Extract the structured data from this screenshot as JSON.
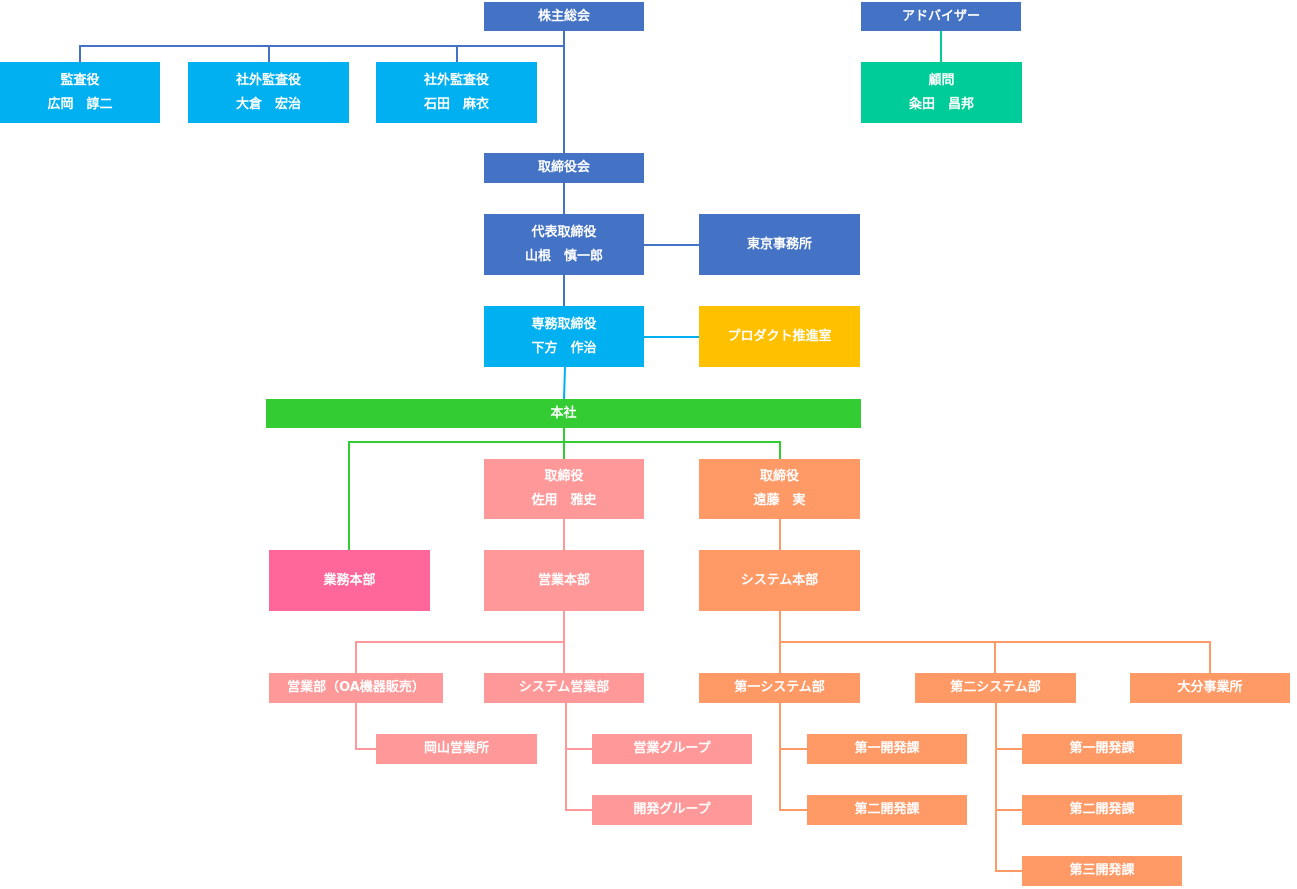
{
  "colors": {
    "navy": "#4472C4",
    "cyan": "#00B0F0",
    "teal": "#00CC99",
    "amber": "#FFC000",
    "green": "#33CC33",
    "pink": "#FF6699",
    "salmon": "#FF9999",
    "orange": "#FF9966"
  },
  "nodes": {
    "shareholders": {
      "lines": [
        "株主総会"
      ]
    },
    "advisor": {
      "lines": [
        "アドバイザー"
      ]
    },
    "auditor": {
      "lines": [
        "監査役",
        "広岡　諄二"
      ]
    },
    "ext_auditor_1": {
      "lines": [
        "社外監査役",
        "大倉　宏治"
      ]
    },
    "ext_auditor_2": {
      "lines": [
        "社外監査役",
        "石田　麻衣"
      ]
    },
    "consultant": {
      "lines": [
        "顧問",
        "粂田　昌邦"
      ]
    },
    "board": {
      "lines": [
        "取締役会"
      ]
    },
    "ceo": {
      "lines": [
        "代表取締役",
        "山根　慎一郎"
      ]
    },
    "tokyo_office": {
      "lines": [
        "東京事務所"
      ]
    },
    "senior_director": {
      "lines": [
        "専務取締役",
        "下方　作治"
      ]
    },
    "product_office": {
      "lines": [
        "プロダクト推進室"
      ]
    },
    "head_office": {
      "lines": [
        "本社"
      ]
    },
    "director_sales": {
      "lines": [
        "取締役",
        "佐用　雅史"
      ]
    },
    "director_system": {
      "lines": [
        "取締役",
        "遠藤　実"
      ]
    },
    "admin_hq": {
      "lines": [
        "業務本部"
      ]
    },
    "sales_hq": {
      "lines": [
        "営業本部"
      ]
    },
    "system_hq": {
      "lines": [
        "システム本部"
      ]
    },
    "sales_oa": {
      "lines": [
        "営業部（OA機器販売）"
      ]
    },
    "system_sales": {
      "lines": [
        "システム営業部"
      ]
    },
    "okayama_office": {
      "lines": [
        "岡山営業所"
      ]
    },
    "sales_group": {
      "lines": [
        "営業グループ"
      ]
    },
    "dev_group": {
      "lines": [
        "開発グループ"
      ]
    },
    "system_1": {
      "lines": [
        "第一システム部"
      ]
    },
    "system_2": {
      "lines": [
        "第二システム部"
      ]
    },
    "oita_office": {
      "lines": [
        "大分事業所"
      ]
    },
    "s1_dev_1": {
      "lines": [
        "第一開発課"
      ]
    },
    "s1_dev_2": {
      "lines": [
        "第二開発課"
      ]
    },
    "s2_dev_1": {
      "lines": [
        "第一開発課"
      ]
    },
    "s2_dev_2": {
      "lines": [
        "第二開発課"
      ]
    },
    "s2_dev_3": {
      "lines": [
        "第三開発課"
      ]
    }
  }
}
